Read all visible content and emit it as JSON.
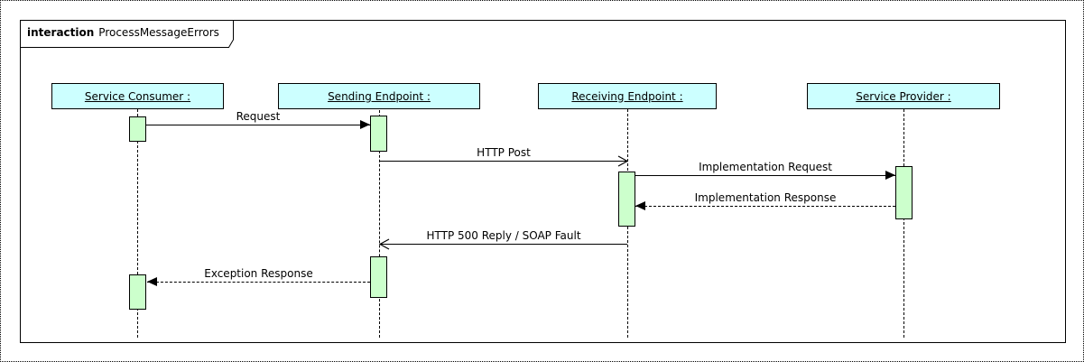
{
  "frame": {
    "keyword": "interaction",
    "title": "ProcessMessageErrors"
  },
  "lifelines": [
    {
      "label": "Service Consumer :"
    },
    {
      "label": "Sending Endpoint :"
    },
    {
      "label": "Receiving Endpoint :"
    },
    {
      "label": "Service Provider :"
    }
  ],
  "messages": [
    {
      "label": "Request",
      "from": "Service Consumer",
      "to": "Sending Endpoint",
      "line": "solid",
      "arrowhead": "filled",
      "direction": "right"
    },
    {
      "label": "HTTP Post",
      "from": "Sending Endpoint",
      "to": "Receiving Endpoint",
      "line": "solid",
      "arrowhead": "open",
      "direction": "right"
    },
    {
      "label": "Implementation Request",
      "from": "Receiving Endpoint",
      "to": "Service Provider",
      "line": "solid",
      "arrowhead": "filled",
      "direction": "right"
    },
    {
      "label": "Implementation Response",
      "from": "Service Provider",
      "to": "Receiving Endpoint",
      "line": "dashed",
      "arrowhead": "filled",
      "direction": "left"
    },
    {
      "label": "HTTP 500 Reply / SOAP Fault",
      "from": "Receiving Endpoint",
      "to": "Sending Endpoint",
      "line": "solid",
      "arrowhead": "open",
      "direction": "left"
    },
    {
      "label": "Exception Response",
      "from": "Sending Endpoint",
      "to": "Service Consumer",
      "line": "dashed",
      "arrowhead": "filled",
      "direction": "left"
    }
  ],
  "colors": {
    "lifeline_head_fill": "#ccffff",
    "activation_fill": "#ccffcc",
    "line_color": "#000000"
  }
}
